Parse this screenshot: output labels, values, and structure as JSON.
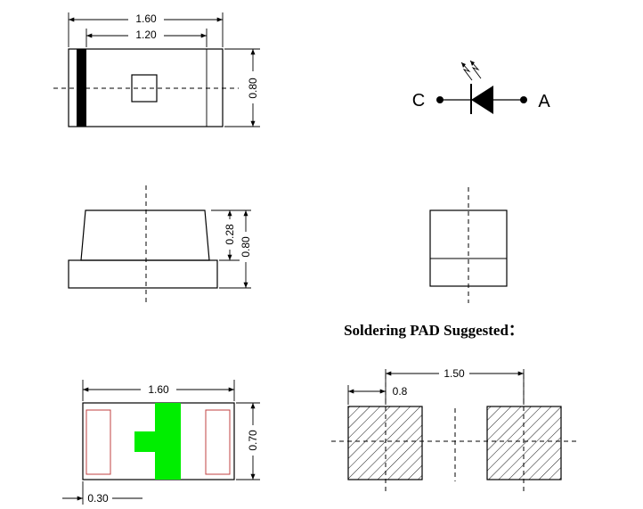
{
  "top_view": {
    "dim_length": "1.60",
    "dim_inner": "1.20",
    "dim_width": "0.80"
  },
  "symbol": {
    "cathode_label": "C",
    "anode_label": "A"
  },
  "side_view": {
    "dim_lens_height": "0.28",
    "dim_total_height": "0.80"
  },
  "bottom_view": {
    "dim_length": "1.60",
    "dim_width": "0.70",
    "dim_terminal": "0.30"
  },
  "pad": {
    "heading": "Soldering PAD Suggested：",
    "dim_pitch": "1.50",
    "dim_pad": "0.8"
  },
  "colors": {
    "outline": "#000000",
    "polarity_mark": "#00ee00",
    "terminal_outline": "#c04040"
  }
}
